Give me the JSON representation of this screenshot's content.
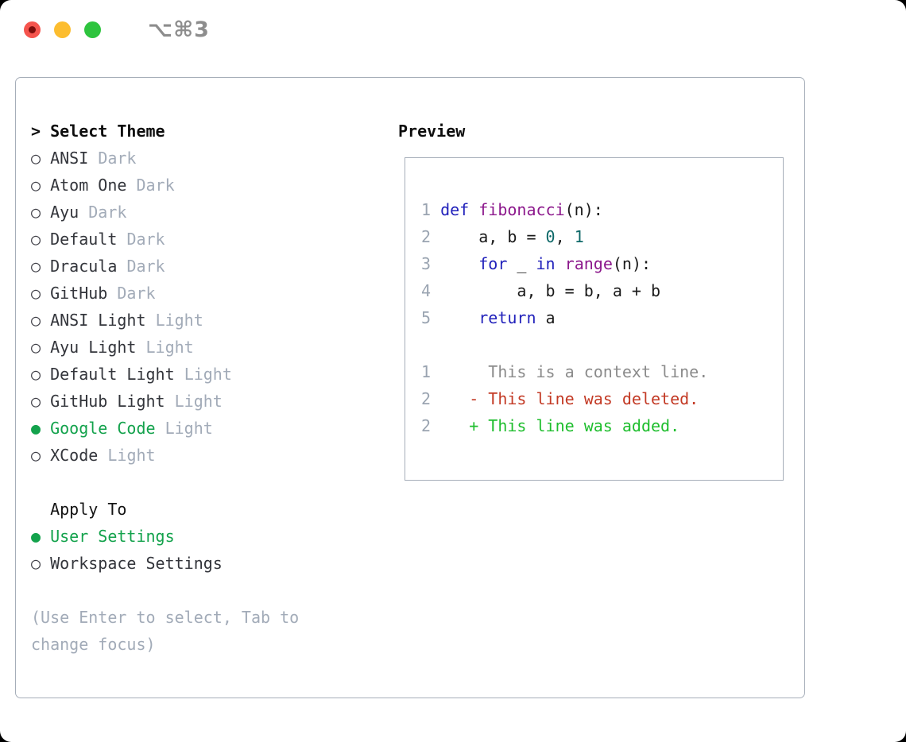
{
  "window": {
    "title": "⌥⌘3",
    "traffic_lights": [
      "close",
      "minimize",
      "zoom"
    ]
  },
  "glyphs": {
    "caret": ">",
    "radio_unselected": "○",
    "radio_selected": "●"
  },
  "theme_panel": {
    "header_prefix": "> ",
    "header_label": "Select Theme",
    "items": [
      {
        "name": "ANSI",
        "tag": "Dark",
        "selected": false
      },
      {
        "name": "Atom One",
        "tag": "Dark",
        "selected": false
      },
      {
        "name": "Ayu",
        "tag": "Dark",
        "selected": false
      },
      {
        "name": "Default",
        "tag": "Dark",
        "selected": false
      },
      {
        "name": "Dracula",
        "tag": "Dark",
        "selected": false
      },
      {
        "name": "GitHub",
        "tag": "Dark",
        "selected": false
      },
      {
        "name": "ANSI Light",
        "tag": "Light",
        "selected": false
      },
      {
        "name": "Ayu Light",
        "tag": "Light",
        "selected": false
      },
      {
        "name": "Default Light",
        "tag": "Light",
        "selected": false
      },
      {
        "name": "GitHub Light",
        "tag": "Light",
        "selected": false
      },
      {
        "name": "Google Code",
        "tag": "Light",
        "selected": true
      },
      {
        "name": "XCode",
        "tag": "Light",
        "selected": false
      }
    ],
    "apply_to": {
      "header": "Apply To",
      "options": [
        {
          "name": "User Settings",
          "selected": true
        },
        {
          "name": "Workspace Settings",
          "selected": false
        }
      ]
    },
    "hint_lines": [
      "(Use Enter to select, Tab to",
      "change focus)"
    ]
  },
  "preview": {
    "header": "Preview",
    "code": [
      {
        "ln": "1",
        "tokens": [
          [
            "kwd",
            "def"
          ],
          [
            "pln",
            " "
          ],
          [
            "fn",
            "fibonacci"
          ],
          [
            "pln",
            "(n):"
          ]
        ]
      },
      {
        "ln": "2",
        "tokens": [
          [
            "pln",
            "    a, b = "
          ],
          [
            "lit",
            "0"
          ],
          [
            "pln",
            ", "
          ],
          [
            "lit",
            "1"
          ]
        ]
      },
      {
        "ln": "3",
        "tokens": [
          [
            "pln",
            "    "
          ],
          [
            "kwd",
            "for"
          ],
          [
            "pln",
            " _ "
          ],
          [
            "kwd",
            "in"
          ],
          [
            "pln",
            " "
          ],
          [
            "fn",
            "range"
          ],
          [
            "pln",
            "(n):"
          ]
        ]
      },
      {
        "ln": "4",
        "tokens": [
          [
            "pln",
            "        a, b = b, a + b"
          ]
        ]
      },
      {
        "ln": "5",
        "tokens": [
          [
            "pln",
            "    "
          ],
          [
            "kwd",
            "return"
          ],
          [
            "pln",
            " a"
          ]
        ]
      },
      {
        "ln": "",
        "tokens": []
      },
      {
        "ln": "1",
        "tokens": [
          [
            "ctx",
            "     This is a context line."
          ]
        ]
      },
      {
        "ln": "2",
        "tokens": [
          [
            "del",
            "   - This line was deleted."
          ]
        ]
      },
      {
        "ln": "2",
        "tokens": [
          [
            "add",
            "   + This line was added."
          ]
        ]
      }
    ]
  },
  "colors": {
    "accent_green": "#13a24c",
    "tag_gray": "#a2abb8",
    "border_gray": "#a6aeb9",
    "lineno_gray": "#9aa4b1",
    "traffic": {
      "red": "#f5544d",
      "yellow": "#fcbd2f",
      "green": "#2ec43e"
    },
    "syntax": {
      "pln": "#1a1a1a",
      "kwd": "#2222bb",
      "fn": "#8c188c",
      "lit": "#0d6868",
      "ctx": "#8b8b8b",
      "del": "#c33a25",
      "add": "#1fbe2e"
    }
  }
}
